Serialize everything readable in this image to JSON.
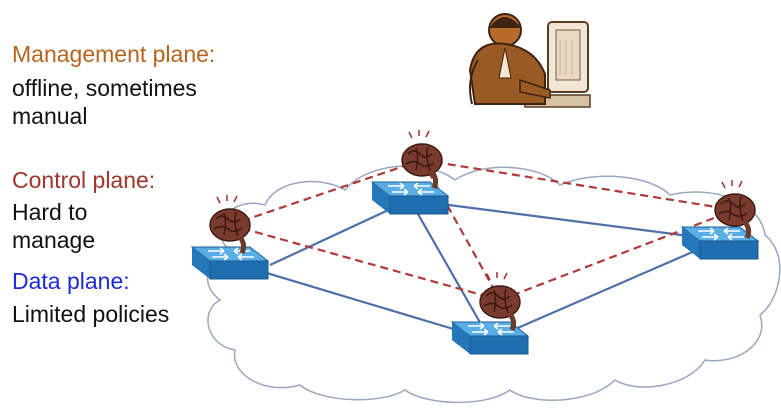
{
  "management": {
    "heading": "Management plane:",
    "lines": [
      "offline, sometimes",
      "manual"
    ]
  },
  "control": {
    "heading": "Control plane:",
    "lines": [
      "Hard to",
      "manage"
    ]
  },
  "data_plane": {
    "heading": "Data plane:",
    "lines": [
      "Limited policies"
    ]
  },
  "colors": {
    "management": "#b5651d",
    "control": "#a0342d",
    "data": "#1c2bd6",
    "switch_top": "#4a9bd8",
    "switch_side": "#1f6fb0",
    "data_link": "#4f6fa8",
    "control_link": "#b03a3a",
    "brain": "#7a3b2e"
  },
  "icons": [
    "operator-at-computer-icon",
    "brain-icon",
    "network-switch-icon",
    "cloud-icon"
  ]
}
